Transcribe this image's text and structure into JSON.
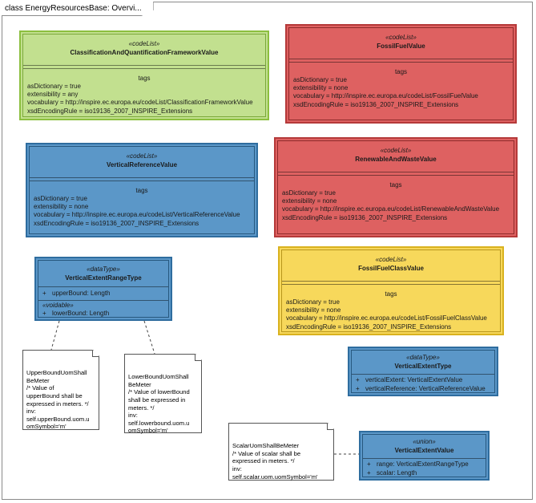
{
  "frame": {
    "title": "class EnergyResourcesBase: Overvi..."
  },
  "classes": {
    "cqfv": {
      "stereotype": "«codeList»",
      "name": "ClassificationAndQuantificationFrameworkValue",
      "section": "tags",
      "tags": [
        "asDictionary = true",
        "extensibility = any",
        "vocabulary = http://inspire.ec.europa.eu/codeList/ClassificationFrameworkValue",
        "xsdEncodingRule = iso19136_2007_INSPIRE_Extensions"
      ]
    },
    "ffv": {
      "stereotype": "«codeList»",
      "name": "FossilFuelValue",
      "section": "tags",
      "tags": [
        "asDictionary = true",
        "extensibility = none",
        "vocabulary = http://inspire.ec.europa.eu/codeList/FossilFuelValue",
        "xsdEncodingRule = iso19136_2007_INSPIRE_Extensions"
      ]
    },
    "vrv": {
      "stereotype": "«codeList»",
      "name": "VerticalReferenceValue",
      "section": "tags",
      "tags": [
        "asDictionary = true",
        "extensibility = none",
        "vocabulary = http://inspire.ec.europa.eu/codeList/VerticalReferenceValue",
        "xsdEncodingRule = iso19136_2007_INSPIRE_Extensions"
      ]
    },
    "rawv": {
      "stereotype": "«codeList»",
      "name": "RenewableAndWasteValue",
      "section": "tags",
      "tags": [
        "asDictionary = true",
        "extensibility = none",
        "vocabulary = http://inspire.ec.europa.eu/codeList/RenewableAndWasteValue",
        "xsdEncodingRule = iso19136_2007_INSPIRE_Extensions"
      ]
    },
    "verft": {
      "stereotype": "«dataType»",
      "name": "VerticalExtentRangeType",
      "attr1": {
        "vis": "+",
        "text": "upperBound:  Length"
      },
      "voidable": "«voidable»",
      "attr2": {
        "vis": "+",
        "text": "lowerBound:  Length"
      }
    },
    "ffcv": {
      "stereotype": "«codeList»",
      "name": "FossilFuelClassValue",
      "section": "tags",
      "tags": [
        "asDictionary = true",
        "extensibility = none",
        "vocabulary = http://inspire.ec.europa.eu/codeList/FossilFuelClassValue",
        "xsdEncodingRule = iso19136_2007_INSPIRE_Extensions"
      ]
    },
    "vet": {
      "stereotype": "«dataType»",
      "name": "VerticalExtentType",
      "attrs": [
        {
          "vis": "+",
          "text": "verticalExtent:  VerticalExtentValue"
        },
        {
          "vis": "+",
          "text": "verticalReference:  VerticalReferenceValue"
        }
      ]
    },
    "vev": {
      "stereotype": "«union»",
      "name": "VerticalExtentValue",
      "attrs": [
        {
          "vis": "+",
          "text": "range:  VerticalExtentRangeType"
        },
        {
          "vis": "+",
          "text": "scalar:  Length"
        }
      ]
    }
  },
  "notes": {
    "upper": "UpperBoundUomShall\nBeMeter\n/* Value of\nupperBound shall be\nexpressed in meters. */\ninv:\nself.upperBound.uom.u\nomSymbol='m'",
    "lower": "LowerBoundUomShall\nBeMeter\n/* Value of lowerBound\nshall be expressed in\nmeters. */\ninv:\nself.lowerbound.uom.u\nomSymbol='m'",
    "scalar": "ScalarUomShallBeMeter\n/* Value of scalar shall be\nexpressed in meters. */\ninv:\nself.scalar.uom.uomSymbol='m'"
  }
}
